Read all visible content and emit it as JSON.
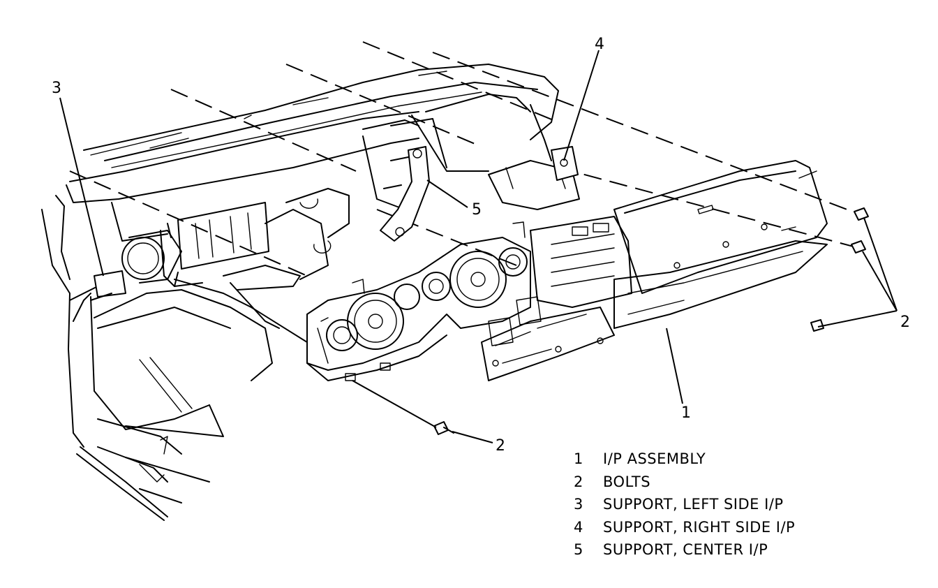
{
  "callouts": {
    "c1": "1",
    "c2a": "2",
    "c2b": "2",
    "c3": "3",
    "c4": "4",
    "c5": "5"
  },
  "legend": [
    {
      "num": "1",
      "text": "I/P ASSEMBLY"
    },
    {
      "num": "2",
      "text": "BOLTS"
    },
    {
      "num": "3",
      "text": "SUPPORT, LEFT SIDE I/P"
    },
    {
      "num": "4",
      "text": "SUPPORT, RIGHT SIDE I/P"
    },
    {
      "num": "5",
      "text": "SUPPORT, CENTER I/P"
    }
  ]
}
